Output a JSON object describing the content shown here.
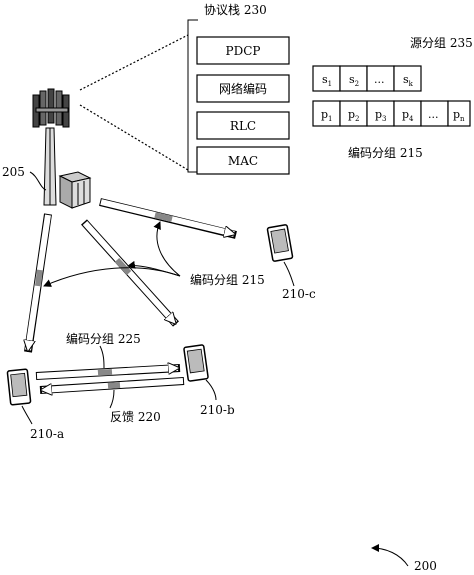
{
  "stack": {
    "title": "协议栈 230",
    "layers": [
      "PDCP",
      "网络编码",
      "RLC",
      "MAC"
    ]
  },
  "source_packets": {
    "label": "源分组 235",
    "cells": [
      {
        "base": "s",
        "sub": "1"
      },
      {
        "base": "s",
        "sub": "2"
      },
      {
        "base": "...",
        "sub": ""
      },
      {
        "base": "s",
        "sub": "k"
      }
    ]
  },
  "coded_packets": {
    "label": "编码分组 215",
    "cells": [
      {
        "base": "p",
        "sub": "1"
      },
      {
        "base": "p",
        "sub": "2"
      },
      {
        "base": "p",
        "sub": "3"
      },
      {
        "base": "p",
        "sub": "4"
      },
      {
        "base": "...",
        "sub": ""
      },
      {
        "base": "p",
        "sub": "n"
      }
    ]
  },
  "labels": {
    "base_station": "205",
    "coded_mid": "编码分组 215",
    "ue_c": "210-c",
    "coded_225": "编码分组 225",
    "feedback": "反馈 220",
    "ue_a": "210-a",
    "ue_b": "210-b",
    "figure": "200"
  }
}
